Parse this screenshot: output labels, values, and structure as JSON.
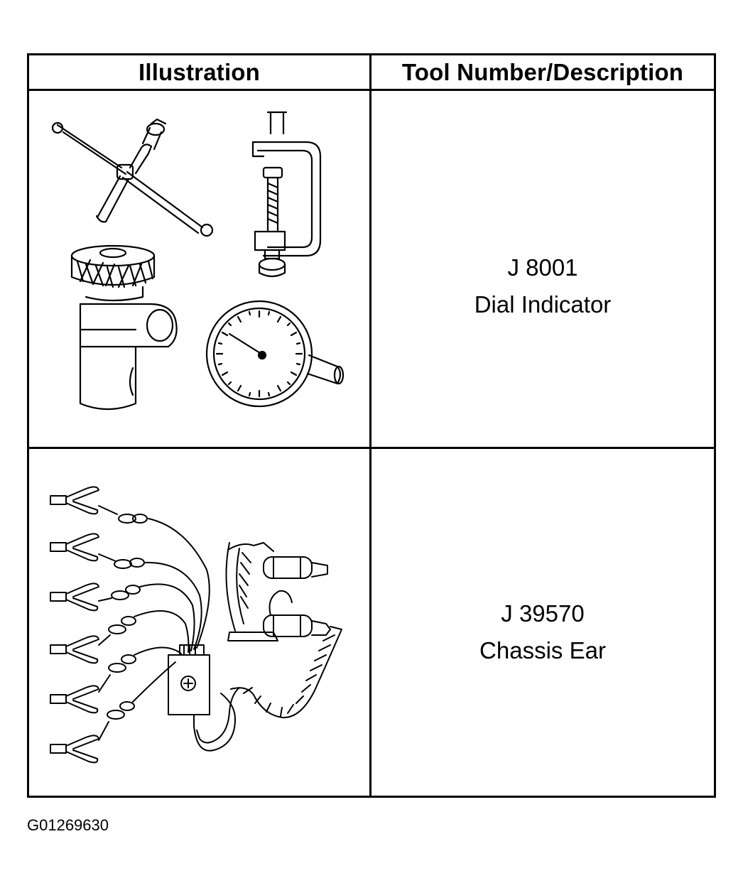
{
  "table": {
    "headers": {
      "illustration": "Illustration",
      "description": "Tool Number/Description"
    },
    "rows": [
      {
        "tool_number": "J 8001",
        "description": "Dial Indicator",
        "illustration_icon": "dial-indicator-set-illustration"
      },
      {
        "tool_number": "J 39570",
        "description": "Chassis Ear",
        "illustration_icon": "chassis-ear-kit-illustration"
      }
    ]
  },
  "figure_id": "G01269630"
}
